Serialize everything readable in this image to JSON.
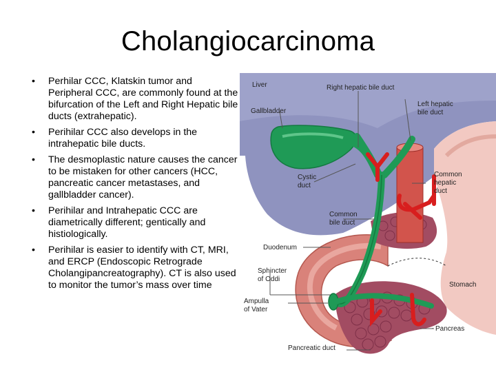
{
  "slide": {
    "title": "Cholangiocarcinoma",
    "bullets": [
      "Perhilar CCC, Klatskin tumor and Peripheral CCC, are commonly found at the bifurcation of the Left and Right Hepatic bile ducts (extrahepatic).",
      "Perihilar CCC also develops in the intrahepatic bile ducts.",
      "The desmoplastic nature causes the cancer to be mistaken for other cancers (HCC, pancreatic cancer metastases, and gallbladder cancer).",
      "Perihilar and Intrahepatic CCC are diametrically different; gentically and histiologically.",
      "Perihilar is easier to identify with CT, MRI, and ERCP (Endoscopic Retrograde Cholangipancreatography). CT is also used to monitor the tumor’s mass over time"
    ],
    "bullet_symbol": "•"
  },
  "figure": {
    "labels": {
      "liver": "Liver",
      "right_hepatic": "Right hepatic bile duct",
      "left_hepatic_1": "Left hepatic",
      "left_hepatic_2": "bile duct",
      "gallbladder": "Gallbladder",
      "cystic_1": "Cystic",
      "cystic_2": "duct",
      "common_hepatic_1": "Common",
      "common_hepatic_2": "hepatic",
      "common_hepatic_3": "duct",
      "common_bile_1": "Common",
      "common_bile_2": "bile duct",
      "duodenum": "Duodenum",
      "sphincter_1": "Sphincter",
      "sphincter_2": "of Oddi",
      "ampulla_1": "Ampulla",
      "ampulla_2": "of Vater",
      "stomach": "Stomach",
      "pancreas": "Pancreas",
      "pancreatic_duct": "Pancreatic duct"
    },
    "colors": {
      "liver": "#8f93bf",
      "duct": "#1f9a56",
      "tumor": "#d81e1e",
      "duodenum": "#d9827a",
      "pancreas": "#a24c62",
      "stomach": "#f2c9c2"
    }
  }
}
